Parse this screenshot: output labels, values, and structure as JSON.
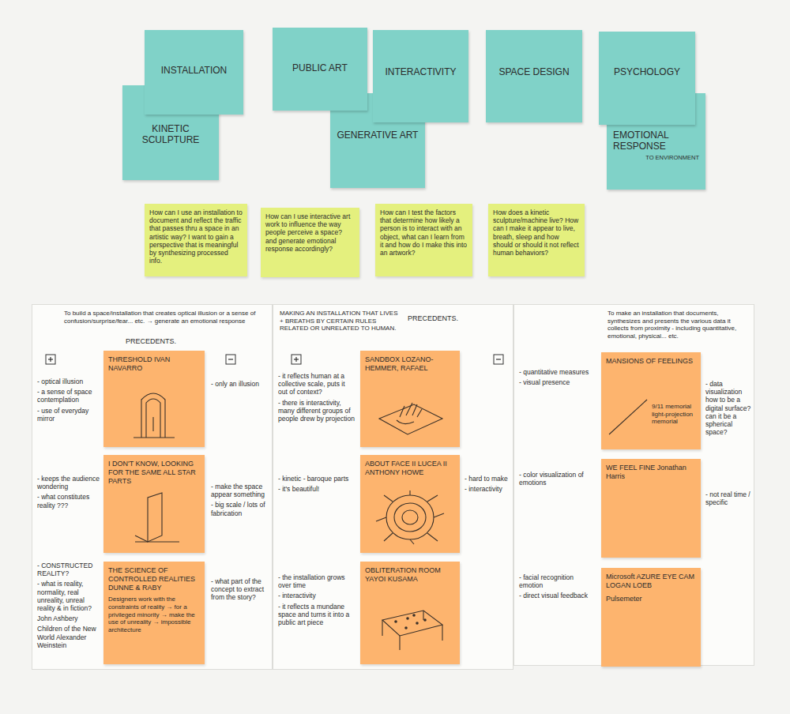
{
  "diagram": {
    "nodes": [
      {
        "text": [
          "INSTALLATION"
        ]
      },
      {
        "text": [
          "PUBLIC ART"
        ]
      },
      {
        "text": [
          "INTERACTIVITY"
        ]
      },
      {
        "text": [
          "SPACE DESIGN"
        ]
      },
      {
        "text": [
          "PSYCHOLOGY"
        ]
      },
      {
        "text": [
          "KINETIC SCULPTURE"
        ]
      },
      {
        "text": [
          "GENERATIVE ART"
        ]
      },
      {
        "text": [
          "EMOTIONAL RESPONSE",
          "TO ENVIRONMENT"
        ]
      },
      {
        "text": [
          "How can I use an installation to document and reflect the traffic that passes thru a space in an artistic way? I want to gain a perspective that is meaningful by synthesizing processed info."
        ]
      },
      {
        "text": [
          "How can I use interactive art work to influence the way people perceive a space? and generate emotional response accordingly?"
        ]
      },
      {
        "text": [
          "How can I test the factors that determine how likely a person is to interact with an object, what can I learn from it and how do I make this into an artwork?"
        ]
      },
      {
        "text": [
          "How does a kinetic sculpture/machine live? How can I make it appear to live, breath, sleep and how should or should it not reflect human behaviors?"
        ]
      },
      {
        "text": [
          "To build a space/installation that creates optical illusion or a sense of confusion/surprise/fear... etc. → generate an emotional response",
          "PRECEDENTS.",
          "- optical illusion",
          "- a sense of space contemplation",
          "- use of everyday mirror",
          "- keeps the audience wondering",
          "- what constitutes reality ???",
          "- CONSTRUCTED REALITY?",
          "- what is reality, normality, real unreality, unreal reality & in fiction?",
          "John Ashbery",
          "Children of the New World Alexander Weinstein",
          "- only an illusion",
          "- make the space appear something",
          "- big scale / lots of fabrication",
          "- what part of the concept to extract from the story?"
        ]
      },
      {
        "text": [
          "THRESHOLD IVAN NAVARRO"
        ],
        "in": 12
      },
      {
        "text": [
          "I DON'T KNOW, LOOKING FOR THE SAME ALL STAR PARTS"
        ],
        "in": 12
      },
      {
        "text": [
          "THE SCIENCE OF CONTROLLED REALITIES DUNNE & RABY",
          "Designers work with the constraints of reality → for a privileged minority → make the use of unreality → impossible architecture"
        ],
        "in": 12
      },
      {
        "text": [
          "MAKING AN INSTALLATION THAT LIVES + BREATHS BY CERTAIN RULES RELATED OR UNRELATED TO HUMAN.",
          "PRECEDENTS.",
          "- it reflects human at a collective scale, puts it out of context?",
          "- there is interactivity, many different groups of people drew by projection",
          "- kinetic - baroque parts",
          "- it's beautiful!",
          "- the installation grows over time",
          "- interactivity",
          "- it reflects a mundane space and turns it into a public art piece",
          "- hard to make",
          "- interactivity"
        ]
      },
      {
        "text": [
          "SANDBOX LOZANO-HEMMER, RAFAEL"
        ],
        "in": 16
      },
      {
        "text": [
          "ABOUT FACE II LUCEA II ANTHONY HOWE"
        ],
        "in": 16
      },
      {
        "text": [
          "OBLITERATION ROOM YAYOI KUSAMA"
        ],
        "in": 16
      },
      {
        "text": [
          "To make an installation that documents, synthesizes and presents the various data it collects from proximity - including quantitative, emotional, physical... etc.",
          "- quantitative measures",
          "- visual presence",
          "- color visualization of emotions",
          "- facial recognition emotion",
          "- direct visual feedback",
          "- data visualization how to be a digital surface? can it be a spherical space?",
          "- not real time / specific"
        ]
      },
      {
        "text": [
          "MANSIONS OF FEELINGS",
          "9/11 memorial light-projection memorial"
        ],
        "in": 20
      },
      {
        "text": [
          "WE FEEL FINE Jonathan Harris"
        ],
        "in": 20
      },
      {
        "text": [
          "Microsoft AZURE EYE CAM LOGAN LOEB",
          "Pulsemeter"
        ],
        "in": 20
      }
    ]
  }
}
